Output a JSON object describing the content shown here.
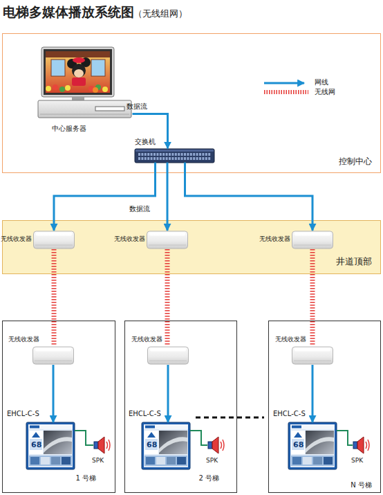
{
  "diagram": {
    "title": "电梯多媒体播放系统图",
    "nodes": [
      {
        "text": [
          "控制中心"
        ]
      },
      {
        "text": [
          "中心服务器"
        ],
        "in": 0
      },
      {
        "text": [
          "交换机"
        ],
        "in": 0
      },
      {
        "text": [
          "井道顶部"
        ]
      },
      {
        "text": [
          "无线收发器"
        ],
        "in": 3
      },
      {
        "text": [
          "无线收发器"
        ],
        "in": 3
      },
      {
        "text": [
          "无线收发器"
        ],
        "in": 3
      },
      {
        "text": [
          "1 号梯"
        ]
      },
      {
        "text": [
          "无线收发器"
        ],
        "in": 7
      },
      {
        "text": [
          "EHCL-C-S"
        ],
        "in": 7
      },
      {
        "text": [
          "SPK"
        ],
        "in": 7
      },
      {
        "text": [
          "2 号梯"
        ]
      },
      {
        "text": [
          "无线收发器"
        ],
        "in": 11
      },
      {
        "text": [
          "EHCL-C-S"
        ],
        "in": 11
      },
      {
        "text": [
          "SPK"
        ],
        "in": 11
      },
      {
        "text": [
          "N 号梯"
        ]
      },
      {
        "text": [
          "无线收发器"
        ],
        "in": 15
      },
      {
        "text": [
          "EHCL-C-S"
        ],
        "in": 15
      },
      {
        "text": [
          "SPK"
        ],
        "in": 15
      }
    ],
    "edges": [
      {
        "from": 1,
        "to": 2,
        "arrow": "to",
        "label": "数据流"
      },
      {
        "from": 2,
        "to": 4,
        "arrow": "to"
      },
      {
        "from": 2,
        "to": 5,
        "arrow": "to",
        "label": "数据流"
      },
      {
        "from": 2,
        "to": 6,
        "arrow": "to"
      },
      {
        "from": 4,
        "to": 8,
        "arrow": "none"
      },
      {
        "from": 5,
        "to": 12,
        "arrow": "none"
      },
      {
        "from": 6,
        "to": 16,
        "arrow": "none"
      },
      {
        "from": 8,
        "to": 9,
        "arrow": "to"
      },
      {
        "from": 12,
        "to": 13,
        "arrow": "to"
      },
      {
        "from": 16,
        "to": 17,
        "arrow": "to"
      },
      {
        "from": 9,
        "to": 10,
        "arrow": "none"
      },
      {
        "from": 13,
        "to": 14,
        "arrow": "none"
      },
      {
        "from": 17,
        "to": 18,
        "arrow": "none"
      }
    ],
    "labels": [
      "（无线组网）",
      "68",
      "68",
      "68"
    ],
    "legend": [
      {
        "text": "网线"
      },
      {
        "text": "无线网"
      }
    ]
  }
}
